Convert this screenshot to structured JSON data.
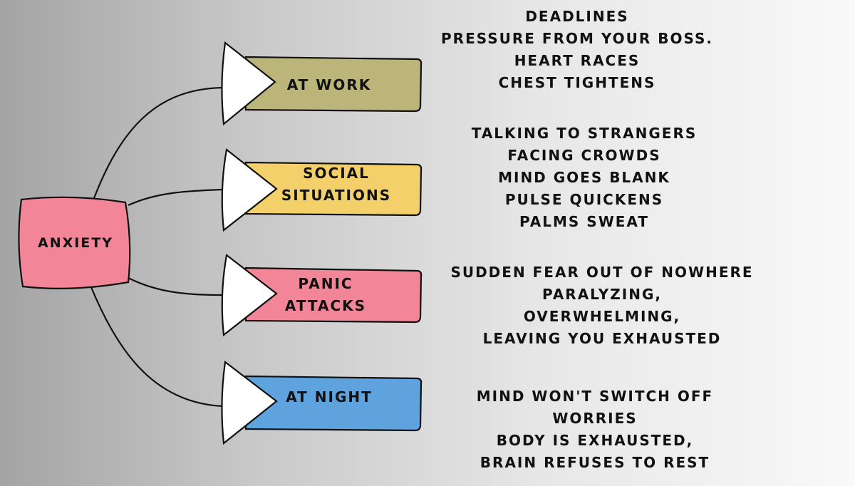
{
  "central": {
    "label": "ANXIETY",
    "color": "#f38599"
  },
  "branches": [
    {
      "id": "at-work",
      "label_lines": [
        "AT WORK"
      ],
      "color": "#bcb579",
      "details": [
        "DEADLINES",
        "PRESSURE FROM YOUR BOSS.",
        "HEART RACES",
        "CHEST TIGHTENS"
      ]
    },
    {
      "id": "social-situations",
      "label_lines": [
        "SOCIAL",
        "SITUATIONS"
      ],
      "color": "#f4d06a",
      "details": [
        "TALKING TO STRANGERS",
        "FACING CROWDS",
        "MIND GOES BLANK",
        "PULSE QUICKENS",
        "PALMS SWEAT"
      ]
    },
    {
      "id": "panic-attacks",
      "label_lines": [
        "PANIC",
        "ATTACKS"
      ],
      "color": "#f38599",
      "details": [
        "SUDDEN FEAR OUT OF NOWHERE",
        "PARALYZING,",
        "OVERWHELMING,",
        "LEAVING YOU EXHAUSTED"
      ]
    },
    {
      "id": "at-night",
      "label_lines": [
        "AT NIGHT"
      ],
      "color": "#5ea2de",
      "details": [
        "MIND WON'T SWITCH OFF",
        "WORRIES",
        "BODY IS EXHAUSTED,",
        "BRAIN REFUSES TO REST"
      ]
    }
  ]
}
